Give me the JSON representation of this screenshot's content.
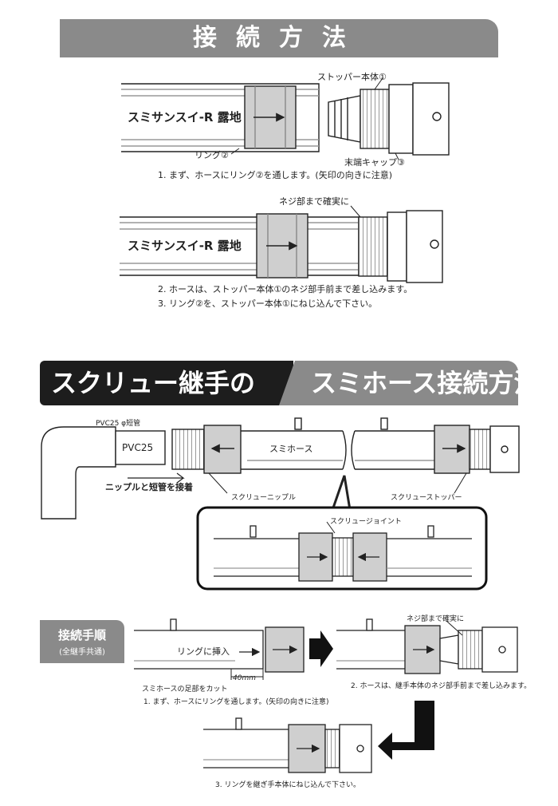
{
  "section1": {
    "title": "接続方法",
    "hose_name": "スミサンスイ-R 露地",
    "labels": {
      "stopper_body": "ストッパー本体①",
      "ring": "リング②",
      "end_cap": "末端キャップ③",
      "thread_check": "ネジ部まで確実に"
    },
    "steps": [
      "1. まず、ホースにリング②を通します。(矢印の向きに注意)",
      "2. ホースは、ストッパー本体①のネジ部手前まで差し込みます。",
      "3. リング②を、ストッパー本体①にねじ込んで下さい。"
    ]
  },
  "section2": {
    "title_left": "スクリュー継手の",
    "title_right": "スミホース接続方法",
    "labels": {
      "pvc_pipe": "PVC25 φ短管",
      "pvc": "PVC25",
      "nipple_connect": "ニップルと短管を接着",
      "hose": "スミホース",
      "screw_nipple": "スクリューニップル",
      "screw_stopper": "スクリューストッパー",
      "screw_joint": "スクリュージョイント"
    }
  },
  "section3": {
    "box_title": "接続手順",
    "box_sub": "(全継手共通)",
    "labels": {
      "ring_insert": "リングに挿入",
      "cut": "スミホースの足部をカット",
      "dim": "40mm",
      "thread_check": "ネジ部まで確実に"
    },
    "steps": [
      "1. まず、ホースにリングを通します。(矢印の向きに注意)",
      "2. ホースは、継手本体のネジ部手前まで差し込みます。",
      "3. リングを継ぎ手本体にねじ込んで下さい。"
    ]
  }
}
